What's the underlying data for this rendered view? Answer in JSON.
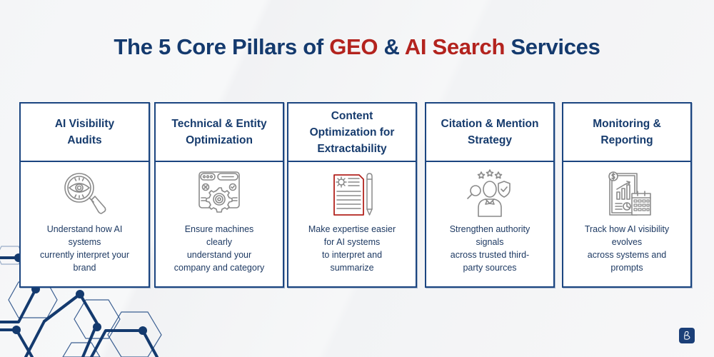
{
  "header": {
    "title_part1": "The 5 Core Pillars of ",
    "title_accent1": "GEO",
    "title_part2": " & ",
    "title_accent2": "AI Search",
    "title_part3": " Services"
  },
  "colors": {
    "primary_navy": "#143a6e",
    "accent_red": "#b3231e",
    "icon_gray": "#8a8a8a",
    "card_border": "#1b4580"
  },
  "pillars": [
    {
      "title": "AI Visibility\nAudits",
      "icon": "magnifier-eye-icon",
      "description": "Understand how AI\nsystems\ncurrently interpret your\nbrand"
    },
    {
      "title": "Technical & Entity\nOptimization",
      "icon": "browser-gear-icon",
      "description": "Ensure machines\nclearly\nunderstand your\ncompany and category"
    },
    {
      "title": "Content\nOptimization for\nExtractability",
      "icon": "document-pencil-icon",
      "description": "Make expertise easier\nfor AI systems\nto interpret and\nsummarize"
    },
    {
      "title": "Citation & Mention\nStrategy",
      "icon": "person-stars-shield-icon",
      "description": "Strengthen authority\nsignals\nacross trusted third-\nparty sources"
    },
    {
      "title": "Monitoring &\nReporting",
      "icon": "report-calendar-icon",
      "description": "Track how AI visibility\nevolves\nacross systems and\nprompts"
    }
  ],
  "branding": {
    "logo_icon": "script-e-logo-icon"
  }
}
